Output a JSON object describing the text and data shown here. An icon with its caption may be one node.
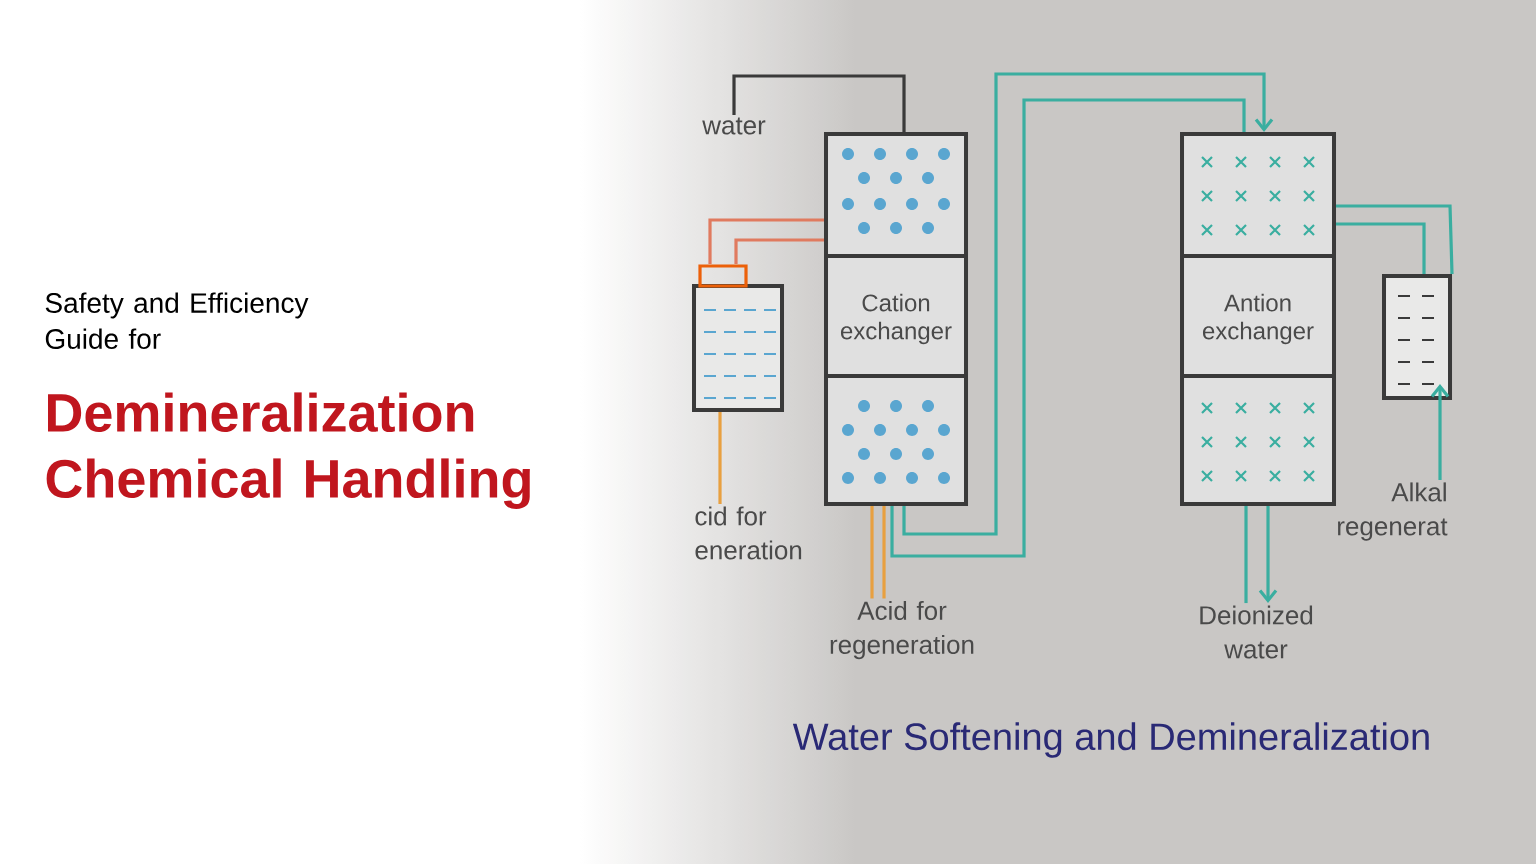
{
  "diagram": {
    "title": "Demineralization Chemical Handling",
    "caption": "Water Softening and Demineralization",
    "nodes": [
      {
        "text": [
          "water"
        ]
      },
      {
        "text": [],
        "shape": "box"
      },
      {
        "text": [
          "Cation exchanger"
        ]
      },
      {
        "text": [
          "Antion exchanger"
        ]
      },
      {
        "text": [],
        "shape": "box"
      },
      {
        "text": [
          "cid for eneration"
        ]
      },
      {
        "text": [
          "Acid for regeneration"
        ]
      },
      {
        "text": [
          "Alkal regenerat"
        ]
      },
      {
        "text": [
          "Deionized water"
        ]
      }
    ],
    "edges": [
      {
        "from": 0,
        "to": 2,
        "arrow": "none",
        "color": "#3a3a3a"
      },
      {
        "from": 1,
        "to": 2,
        "arrow": "none",
        "color": "#e07a5f"
      },
      {
        "from": 1,
        "to": 2,
        "arrow": "none",
        "color": "#e07a5f"
      },
      {
        "from": 5,
        "to": 1,
        "arrow": "none",
        "color": "#e8a040"
      },
      {
        "from": 6,
        "to": 2,
        "arrow": "none",
        "color": "#e8a040"
      },
      {
        "from": 6,
        "to": 2,
        "arrow": "none",
        "color": "#e8a040"
      },
      {
        "from": 2,
        "to": 3,
        "arrow": "to"
      },
      {
        "from": 2,
        "to": 3,
        "arrow": "none"
      },
      {
        "from": 3,
        "to": 4,
        "arrow": "none"
      },
      {
        "from": 3,
        "to": 4,
        "arrow": "none"
      },
      {
        "from": 7,
        "to": 4,
        "arrow": "to"
      },
      {
        "from": 3,
        "to": 8,
        "arrow": "none"
      },
      {
        "from": 3,
        "to": 8,
        "arrow": "to"
      }
    ],
    "labels": [
      "Safety and Efficiency Guide for"
    ]
  }
}
